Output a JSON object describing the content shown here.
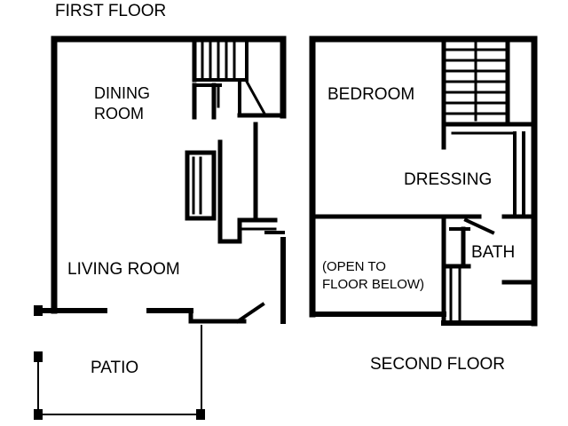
{
  "first_floor": {
    "title": "FIRST FLOOR",
    "rooms": {
      "dining_line1": "DINING",
      "dining_line2": "ROOM",
      "living": "LIVING ROOM",
      "patio": "PATIO"
    }
  },
  "second_floor": {
    "title": "SECOND FLOOR",
    "rooms": {
      "bedroom": "BEDROOM",
      "dressing": "DRESSING",
      "bath": "BATH",
      "open_line1": "(OPEN TO",
      "open_line2": "FLOOR BELOW)"
    }
  },
  "colors": {
    "line": "#000000",
    "background": "#ffffff"
  }
}
